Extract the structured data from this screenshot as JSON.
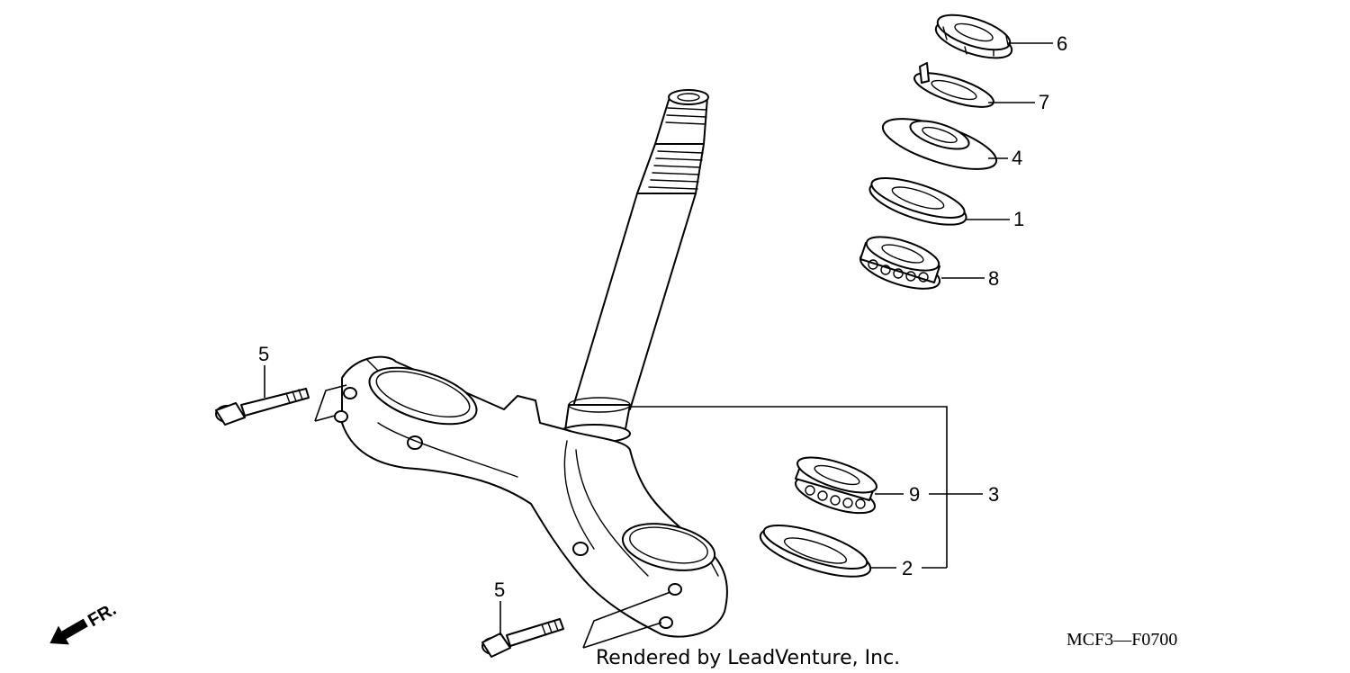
{
  "callouts": [
    {
      "id": "6",
      "text": "6"
    },
    {
      "id": "7",
      "text": "7"
    },
    {
      "id": "4",
      "text": "4"
    },
    {
      "id": "1",
      "text": "1"
    },
    {
      "id": "8",
      "text": "8"
    },
    {
      "id": "5a",
      "text": "5"
    },
    {
      "id": "5b",
      "text": "5"
    },
    {
      "id": "9",
      "text": "9"
    },
    {
      "id": "3",
      "text": "3"
    },
    {
      "id": "2",
      "text": "2"
    }
  ],
  "direction_label": "FR.",
  "diagram_code": "MCF3—F0700",
  "credit": "Rendered by LeadVenture, Inc."
}
